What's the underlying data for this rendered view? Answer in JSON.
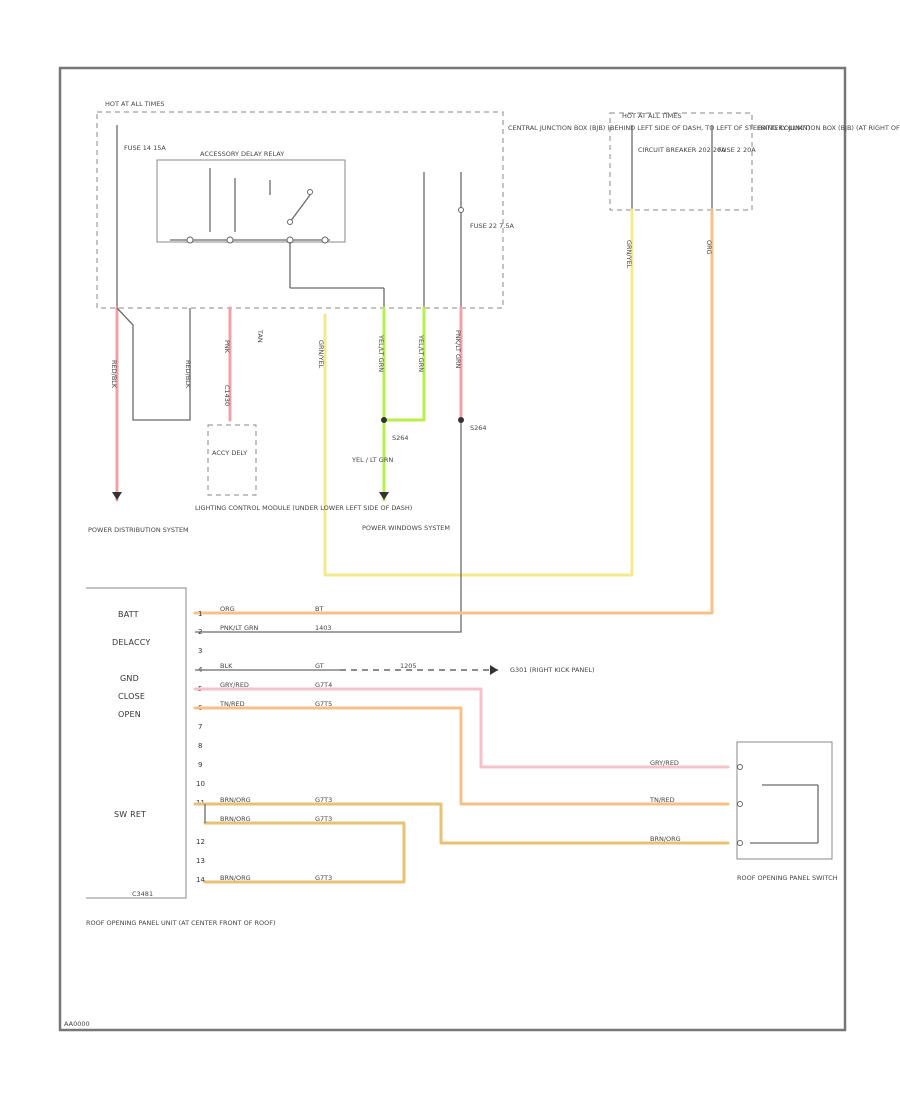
{
  "fuse_box_central": {
    "hot_label": "HOT AT ALL TIMES",
    "fuse_label": "FUSE 14 15A",
    "fuse2_label": "FUSE 22 7.5A",
    "relay_label": "ACCESSORY DELAY RELAY",
    "location": "CENTRAL JUNCTION BOX (BJB) (BEHIND LEFT SIDE OF DASH, TO LEFT OF STEERING COLUMN)"
  },
  "fuse_box_battery": {
    "hot_label": "HOT AT ALL TIMES",
    "breaker_label": "CIRCUIT BREAKER 202 20A",
    "fuse_label": "FUSE 2 20A",
    "location": "BATTERY JUNCTION BOX (BJB) (AT RIGHT OF ENGINE COMPT)"
  },
  "wires_upper": {
    "w1": "RED/BLK",
    "w2": "RED/BLK",
    "w3": "PNK",
    "w3b": "C1430",
    "w3c": "TAN",
    "w4": "GRN/YEL",
    "w5": "YEL/LT GRN",
    "w6": "YEL/LT GRN",
    "w7": "PNK/LT GRN",
    "w8": "GRN/YEL",
    "w9": "ORG"
  },
  "splices": {
    "s1": "S264",
    "s2": "S264",
    "s1_wire": "YEL / LT GRN"
  },
  "destinations": {
    "power_distribution": "POWER DISTRIBUTION SYSTEM",
    "lighting_module": "LIGHTING CONTROL MODULE (UNDER LOWER LEFT SIDE OF DASH)",
    "acc_dly": "ACCY DELY",
    "power_windows": "POWER WINDOWS SYSTEM"
  },
  "module": {
    "labels": [
      "BATT",
      "DELACCY",
      "GND",
      "CLOSE",
      "OPEN",
      "SW RET"
    ],
    "pins": [
      "1",
      "2",
      "3",
      "4",
      "5",
      "6",
      "7",
      "8",
      "9",
      "10",
      "11",
      "12",
      "13",
      "14"
    ],
    "connector": "C3481",
    "location": "ROOF OPENING PANEL UNIT (AT CENTER FRONT OF ROOF)"
  },
  "module_wires": [
    {
      "color": "ORG",
      "circuit": "BT"
    },
    {
      "color": "PNK/LT GRN",
      "circuit": "1403"
    },
    {
      "color": "BLK",
      "circuit": "GT"
    },
    {
      "color": "GRY/RED",
      "circuit": "G7T4"
    },
    {
      "color": "TN/RED",
      "circuit": "G7T5"
    },
    {
      "color": "BRN/ORG",
      "circuit": "G7T3"
    },
    {
      "color": "BRN/ORG",
      "circuit": "G7T3"
    },
    {
      "color": "BRN/ORG",
      "circuit": "G7T3"
    }
  ],
  "ground": {
    "splice": "G301",
    "label": "G301 (RIGHT KICK PANEL)",
    "tag": "1205"
  },
  "switch": {
    "wires": [
      "GRY/RED",
      "TN/RED",
      "BRN/ORG"
    ],
    "location": "ROOF OPENING PANEL SWITCH"
  },
  "footer": "AA0000"
}
